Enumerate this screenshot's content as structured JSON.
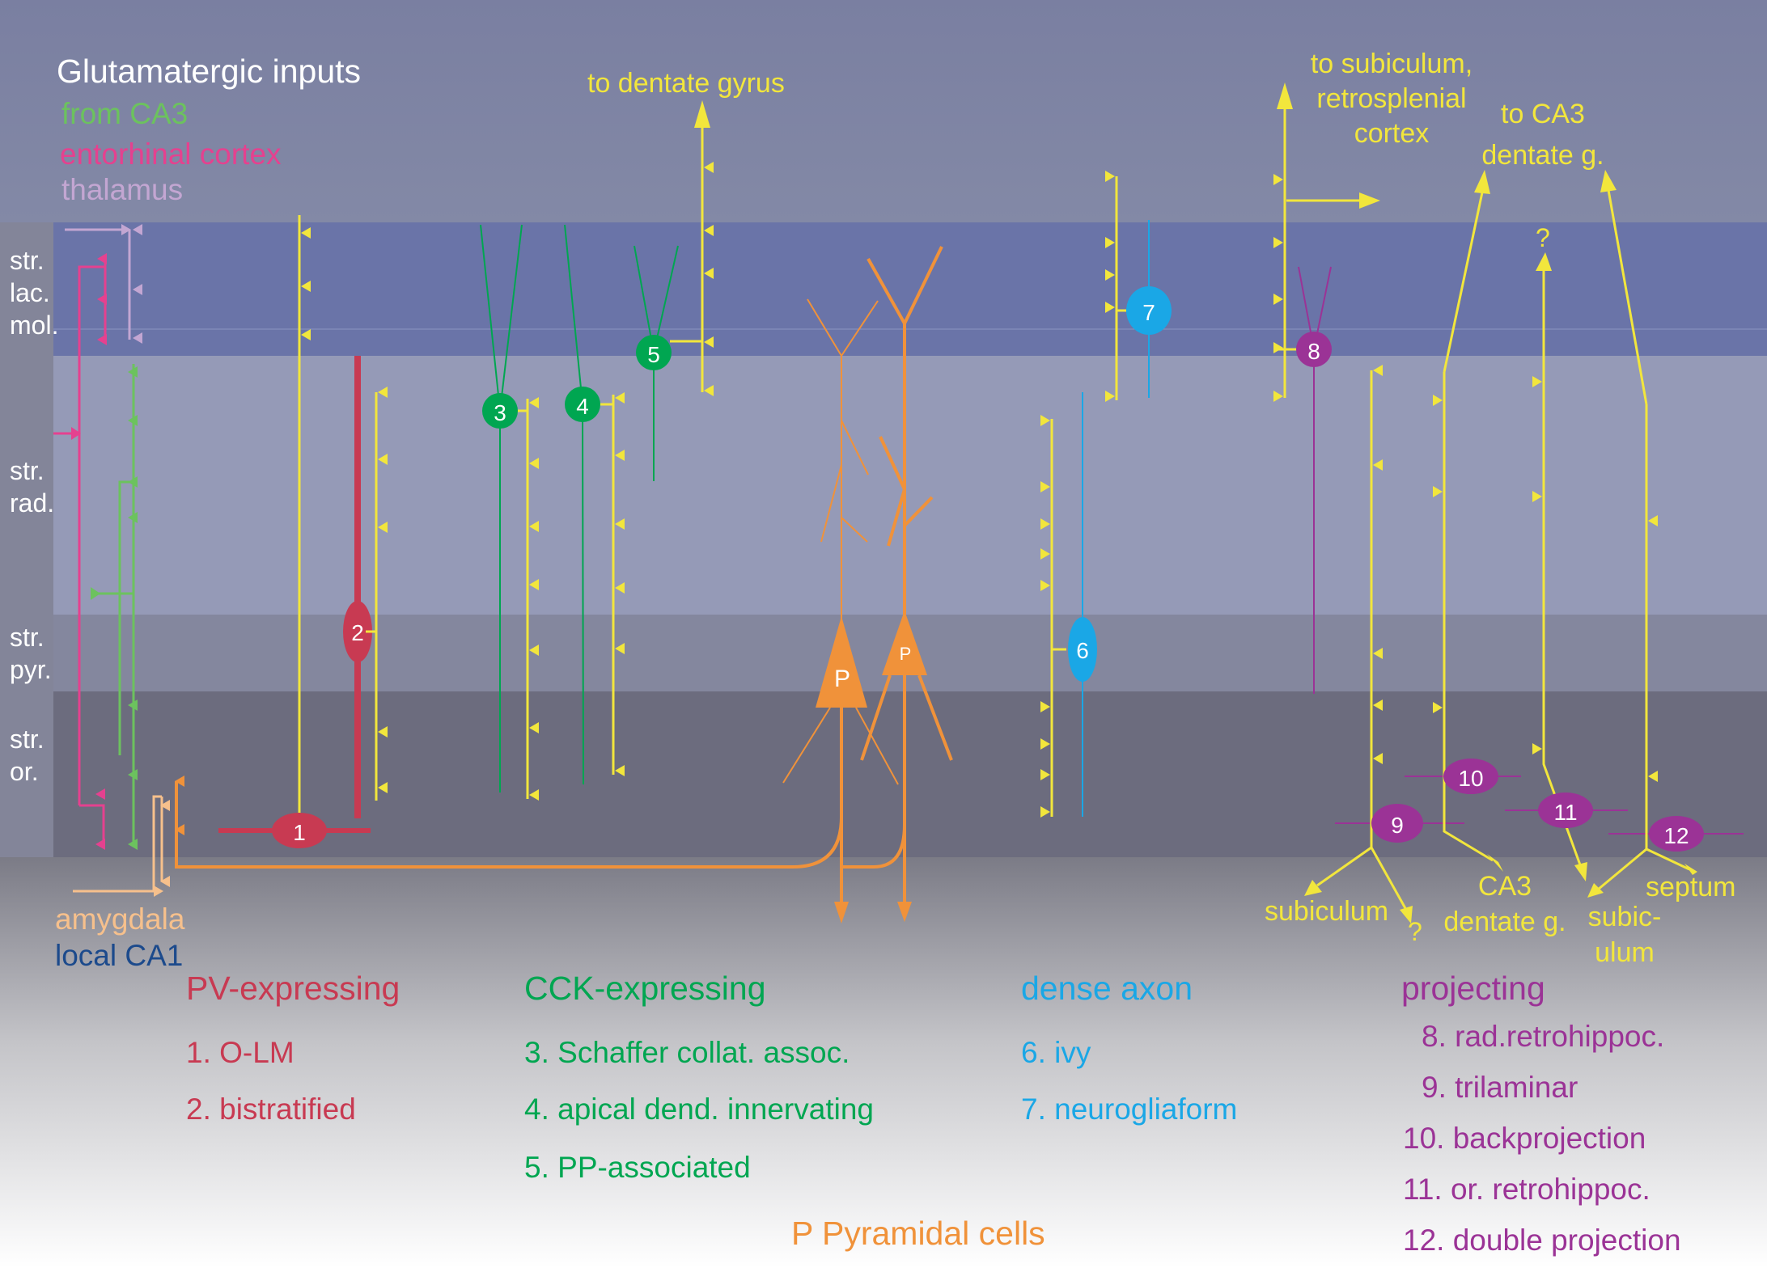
{
  "colors": {
    "yellow": "#f2e63c",
    "orange": "#f0923a",
    "green": "#00a651",
    "green_light": "#6cc25e",
    "crimson": "#c83a52",
    "magenta": "#e5418f",
    "lilac": "#c3a6d2",
    "peach": "#f6c08c",
    "cyan": "#1aa7e6",
    "purple": "#9b3396",
    "navy": "#1c4a8c",
    "white": "#ffffff"
  },
  "inputs": {
    "heading": "Glutamatergic inputs",
    "from_ca3": "from CA3",
    "entorhinal": "entorhinal cortex",
    "thalamus": "thalamus",
    "amygdala": "amygdala",
    "local_ca1": "local CA1"
  },
  "layers": {
    "lacunosum": "str.\nlac.\nmol.",
    "radiatum": "str.\nrad.",
    "pyramidale": "str.\npyr.",
    "oriens": "str.\nor."
  },
  "targets": {
    "dentate_gyrus": "to dentate gyrus",
    "subiculum_retrosplenial": "to subiculum,\nretrosplenial\ncortex",
    "ca3_dentate_top": "to CA3\ndentate g.",
    "question": "?",
    "subiculum_bottom": "subiculum",
    "ca3_dentate_bottom": "CA3\ndentate g.",
    "subiculum_split": "subic-\nulum",
    "septum": "septum"
  },
  "cells": {
    "c1": "1",
    "c2": "2",
    "c3": "3",
    "c4": "4",
    "c5": "5",
    "c6": "6",
    "c7": "7",
    "c8": "8",
    "c9": "9",
    "c10": "10",
    "c11": "11",
    "c12": "12",
    "pyramid": "P"
  },
  "legend": {
    "pv": {
      "title": "PV-expressing",
      "items": [
        "1. O-LM",
        "2. bistratified"
      ]
    },
    "cck": {
      "title": "CCK-expressing",
      "items": [
        "3. Schaffer collat. assoc.",
        "4. apical dend. innervating",
        "5. PP-associated"
      ]
    },
    "dense": {
      "title": "dense axon",
      "items": [
        "6. ivy",
        "7. neurogliaform"
      ]
    },
    "proj": {
      "title": "projecting",
      "items": [
        "8. rad.retrohippoc.",
        "9. trilaminar",
        "10. backprojection",
        "11. or. retrohippoc.",
        "12. double projection"
      ]
    },
    "pyramidal": "P Pyramidal cells"
  }
}
